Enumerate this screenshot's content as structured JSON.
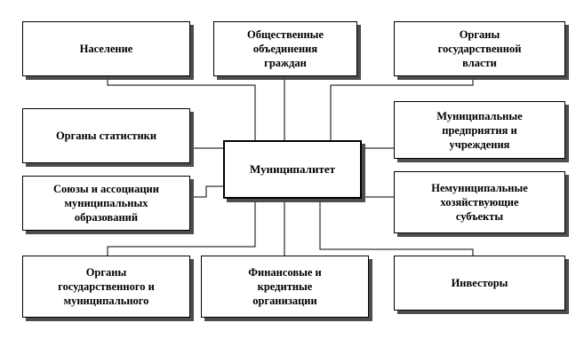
{
  "center": {
    "label": "Муниципалитет"
  },
  "nodes": {
    "population": "Население",
    "public_associations": "Общественные\nобъединения\nграждан",
    "state_bodies": "Органы\nгосударственной\nвласти",
    "statistics_bodies": "Органы статистики",
    "municipal_enterprises": "Муниципальные\nпредприятия и\nучреждения",
    "unions_associations": "Союзы и ассоциации\nмуниципальных\nобразований",
    "non_municipal_entities": "Немуниципальные\nхозяйствующие\nсубъекты",
    "state_municipal_bodies": "Органы\nгосударственного и\nмуниципального",
    "financial_organizations": "Финансовые и\nкредитные\nорганизации",
    "investors": "Инвесторы"
  },
  "colors": {
    "line": "#000000",
    "shadow": "#4d4d4d",
    "background": "#ffffff"
  }
}
